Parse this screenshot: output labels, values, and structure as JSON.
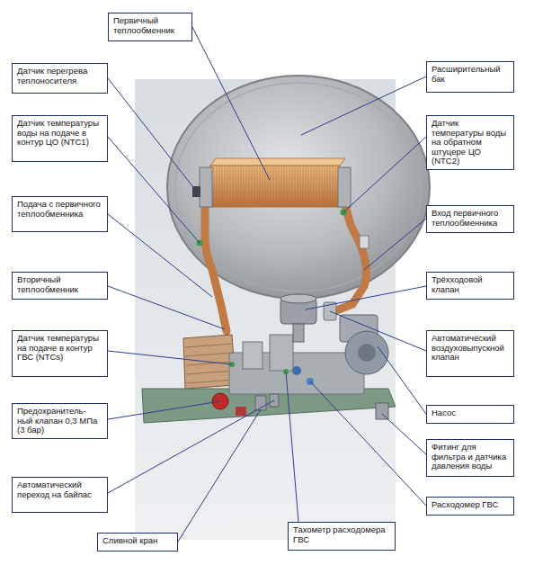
{
  "diagram": {
    "nodes": [
      {
        "text": [
          "Первичный теплообменник"
        ]
      },
      {
        "text": [
          "Датчик перегрева теплоносителя"
        ]
      },
      {
        "text": [
          "Расширительный бак"
        ]
      },
      {
        "text": [
          "Датчик температуры воды на подаче в контур ЦО (NTC1)"
        ]
      },
      {
        "text": [
          "Датчик температуры воды на обратном штуцере ЦО (NTC2)"
        ]
      },
      {
        "text": [
          "Подача с первичного теплообменника"
        ]
      },
      {
        "text": [
          "Вход первичного теплообменника"
        ]
      },
      {
        "text": [
          "Вторичный теплообменник"
        ]
      },
      {
        "text": [
          "Трёхходовой клапан"
        ]
      },
      {
        "text": [
          "Датчик температуры на подаче в контур ГВС (NTCs)"
        ]
      },
      {
        "text": [
          "Автоматический воздуховыпускной клапан"
        ]
      },
      {
        "text": [
          "Предохранитель- ный клапан 0,3 МПа (3 бар)"
        ]
      },
      {
        "text": [
          "Насос"
        ]
      },
      {
        "text": [
          "Фитинг для фильтра и датчика давления воды"
        ]
      },
      {
        "text": [
          "Автоматический переход на байпас"
        ]
      },
      {
        "text": [
          "Расходомер ГВС"
        ]
      },
      {
        "text": [
          "Сливной кран"
        ]
      },
      {
        "text": [
          "Тахометр расходомера ГВС"
        ]
      }
    ]
  }
}
